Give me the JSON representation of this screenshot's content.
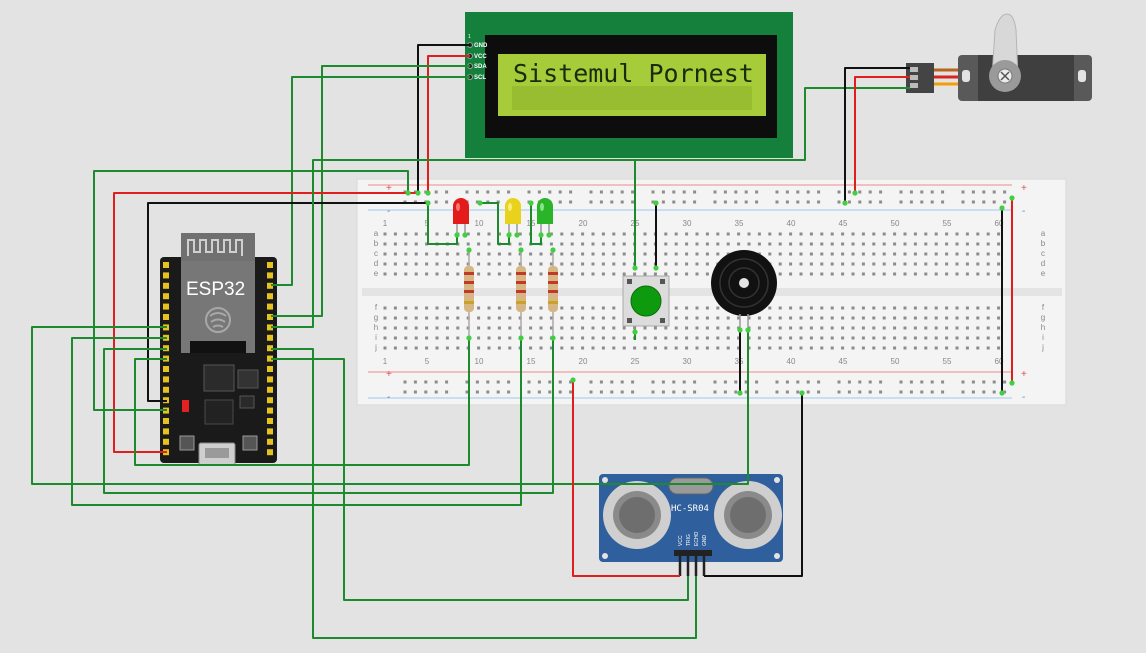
{
  "lcd": {
    "text": "Sistemul Pornest",
    "pin_index": "1",
    "pins": [
      "GND",
      "VCC",
      "SDA",
      "SCL"
    ]
  },
  "esp32": {
    "label": "ESP32"
  },
  "breadboard": {
    "plus": "+",
    "minus": "-",
    "col_numbers": [
      "1",
      "5",
      "10",
      "15",
      "20",
      "25",
      "30",
      "35",
      "40",
      "45",
      "50",
      "55",
      "60"
    ],
    "rows_top": [
      "a",
      "b",
      "c",
      "d",
      "e"
    ],
    "rows_bottom": [
      "f",
      "g",
      "h",
      "i",
      "j"
    ]
  },
  "ultrasonic": {
    "label": "HC-SR04",
    "pins": [
      "VCC",
      "TRIG",
      "ECHO",
      "GND"
    ]
  },
  "colors": {
    "wire_green": "#1e8a2e",
    "wire_red": "#e01e1e",
    "wire_black": "#111111",
    "lcd_screen": "#a6cc3a",
    "lcd_board": "#14803c",
    "esp_board": "#1a1a1a",
    "sensor_board": "#2f5f9c",
    "breadboard": "#f4f4f4"
  }
}
